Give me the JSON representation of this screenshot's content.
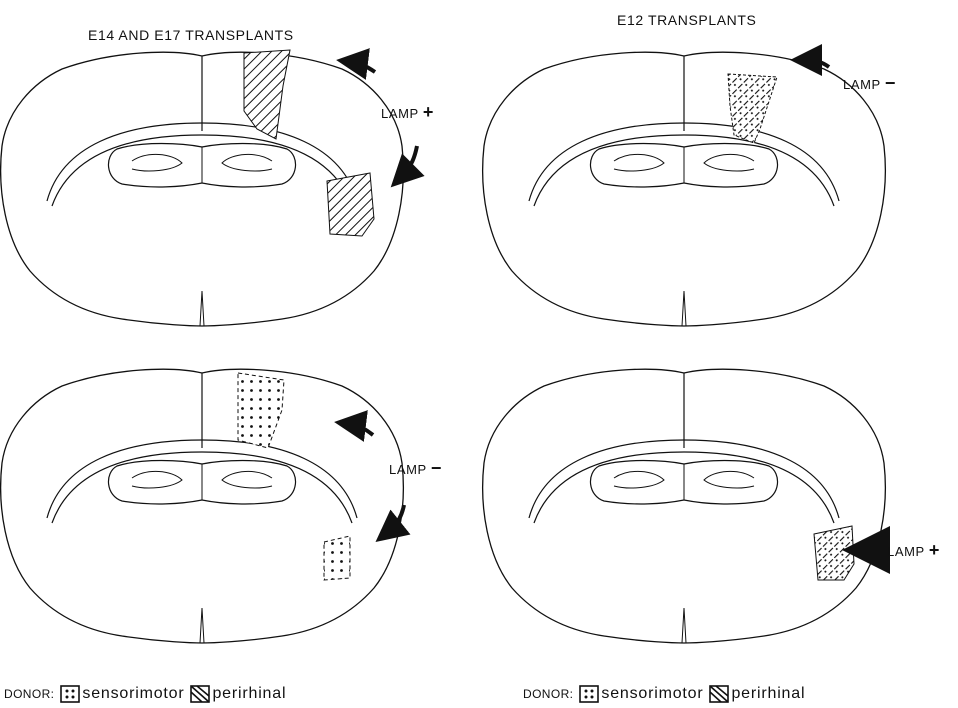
{
  "headings": {
    "left": "E14 AND E17 TRANSPLANTS",
    "right": "E12 TRANSPLANTS"
  },
  "panels": {
    "top_left": {
      "lamp_label": "LAMP",
      "lamp_sign": "+",
      "fill": "hatch"
    },
    "top_right": {
      "lamp_label": "LAMP",
      "lamp_sign": "−",
      "fill": "mixed"
    },
    "bottom_left": {
      "lamp_label": "LAMP",
      "lamp_sign": "−",
      "fill": "dots"
    },
    "bottom_right": {
      "lamp_label": "LAMP",
      "lamp_sign": "+",
      "fill": "mixed"
    }
  },
  "legend": {
    "donor_label": "DONOR:",
    "sensorimotor": "sensorimotor",
    "perirhinal": "perirhinal"
  },
  "colors": {
    "ink": "#111111",
    "paper": "#ffffff"
  }
}
